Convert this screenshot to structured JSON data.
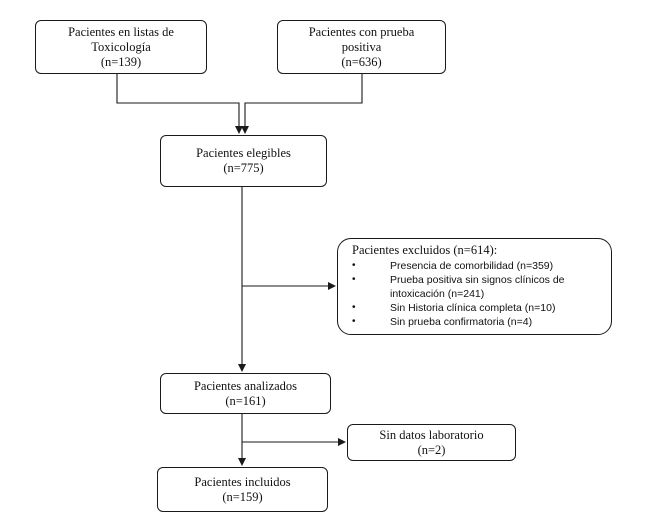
{
  "boxes": {
    "listas": {
      "line1": "Pacientes en listas de",
      "line2": "Toxicología",
      "line3": "(n=139)"
    },
    "prueba": {
      "line1": "Pacientes con prueba",
      "line2": "positiva",
      "line3": "(n=636)"
    },
    "elegibles": {
      "line1": "Pacientes elegibles",
      "line2": "(n=775)"
    },
    "excluidos": {
      "title": "Pacientes excluidos (n=614):",
      "items": [
        {
          "bullet": "•",
          "text": "Presencia de comorbilidad (n=359)"
        },
        {
          "bullet": "•",
          "text": "Prueba positiva sin signos clínicos de intoxicación (n=241)"
        },
        {
          "bullet": "•",
          "text": "Sin Historia clínica completa (n=10)"
        },
        {
          "bullet": "•",
          "text": "Sin prueba confirmatoria (n=4)"
        }
      ]
    },
    "analizados": {
      "line1": "Pacientes analizados",
      "line2": "(n=161)"
    },
    "sin_datos": {
      "line1": "Sin datos laboratorio",
      "line2": "(n=2)"
    },
    "incluidos": {
      "line1": "Pacientes incluidos",
      "line2": "(n=159)"
    }
  },
  "colors": {
    "line": "#1a1a1a",
    "text": "#111111",
    "background": "#ffffff"
  }
}
